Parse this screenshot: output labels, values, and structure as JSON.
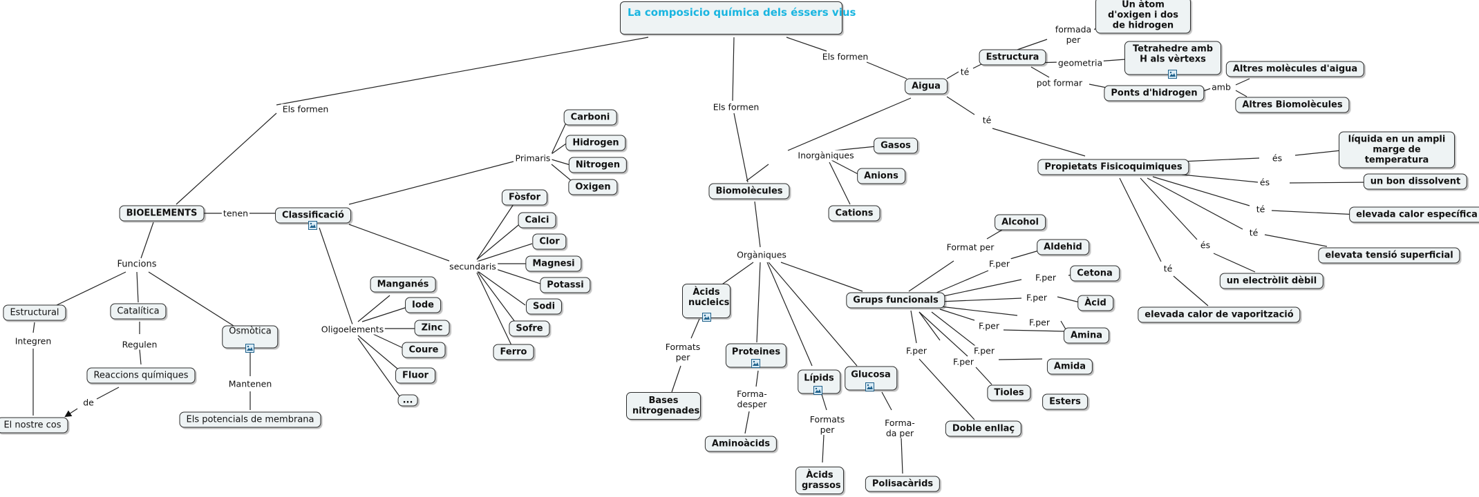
{
  "title": "La composicio química dels éssers vius",
  "nodes": {
    "bioelements": "BIOELEMENTS",
    "classificacio": "Classificació",
    "funcions": "Funcions",
    "estructural": "Estructural",
    "catalitica": "Catalítica",
    "osmotica": "Osmòtica",
    "reaccions": "Reaccions químiques",
    "nostre_cos": "El nostre cos",
    "potencials": "Els potencials de membrana",
    "carboni": "Carboni",
    "hidrogen": "Hidrogen",
    "nitrogen": "Nitrogen",
    "oxigen": "Oxigen",
    "fosfor": "Fòsfor",
    "calci": "Calci",
    "clor": "Clor",
    "magnesi": "Magnesi",
    "potassi": "Potassi",
    "sodi": "Sodi",
    "sofre": "Sofre",
    "ferro": "Ferro",
    "manganes": "Manganés",
    "iode": "Iode",
    "zinc": "Zinc",
    "coure": "Coure",
    "fluor": "Fluor",
    "ellipsis": "...",
    "biomolecules": "Biomolècules",
    "gasos": "Gasos",
    "anions": "Anions",
    "cations": "Cations",
    "acids_nucleics": "Àcids nucleics",
    "bases_nitrogenades": "Bases nitrogenades",
    "proteines": "Proteines",
    "aminoacids": "Aminoàcids",
    "lipids": "Lípids",
    "acids_grassos": "Àcids grassos",
    "glucosa": "Glucosa",
    "polisacarids": "Polisacàrids",
    "grups_funcionals": "Grups funcionals",
    "alcohol": "Alcohol",
    "aldehid": "Aldehid",
    "cetona": "Cetona",
    "acid": "Àcid",
    "amina": "Amina",
    "amida": "Amida",
    "esters": "Esters",
    "tioles": "Tioles",
    "doble_enllac": "Doble enllaç",
    "aigua": "Aigua",
    "estructura": "Estructura",
    "atom": "Un àtom d'oxigen i dos de hidrogen",
    "tetrahedre": "Tetrahedre amb H als vèrtexs",
    "ponts": "Ponts d'hidrogen",
    "altres_molecules": "Altres molècules d'aigua",
    "altres_biomolecules": "Altres Biomolècules",
    "propietats": "Propietats Fisicoquimiques",
    "liquida": "líquida en un ampli marge de temperatura",
    "dissolvent": "un bon dissolvent",
    "calor_especifica": "elevada calor específica",
    "tensio": "elevata tensió superficial",
    "electrolit": "un electròlit dèbil",
    "vaporitzacio": "elevada calor de vaporització"
  },
  "labels": {
    "els_formen_1": "Els formen",
    "els_formen_2": "Els formen",
    "els_formen_3": "Els formen",
    "tenen": "tenen",
    "primaris": "Primaris",
    "secundaris": "secundaris",
    "oligoelements": "Oligoelements",
    "integren": "Integren",
    "regulen": "Regulen",
    "de": "de",
    "mantenen": "Mantenen",
    "inorganiques": "Inorgàniques",
    "organiques": "Orgàniques",
    "formats_per_1": "Formats per",
    "forma_desper": "Forma- desper",
    "formats_per_2": "Formats per",
    "formada_per_glucosa": "Forma- da per",
    "format_per": "Format per",
    "fper": "F.per",
    "te_1": "té",
    "te_2": "té",
    "formada_per": "formada per",
    "geometria": "geometria",
    "pot_formar": "pot formar",
    "amb": "amb",
    "es": "és",
    "te": "té"
  },
  "colors": {
    "title_text": "#19b5e0",
    "node_fill": "#eef3f4",
    "node_border": "#2b2b2b",
    "link": "#222222"
  },
  "icons": [
    "image-icon"
  ]
}
